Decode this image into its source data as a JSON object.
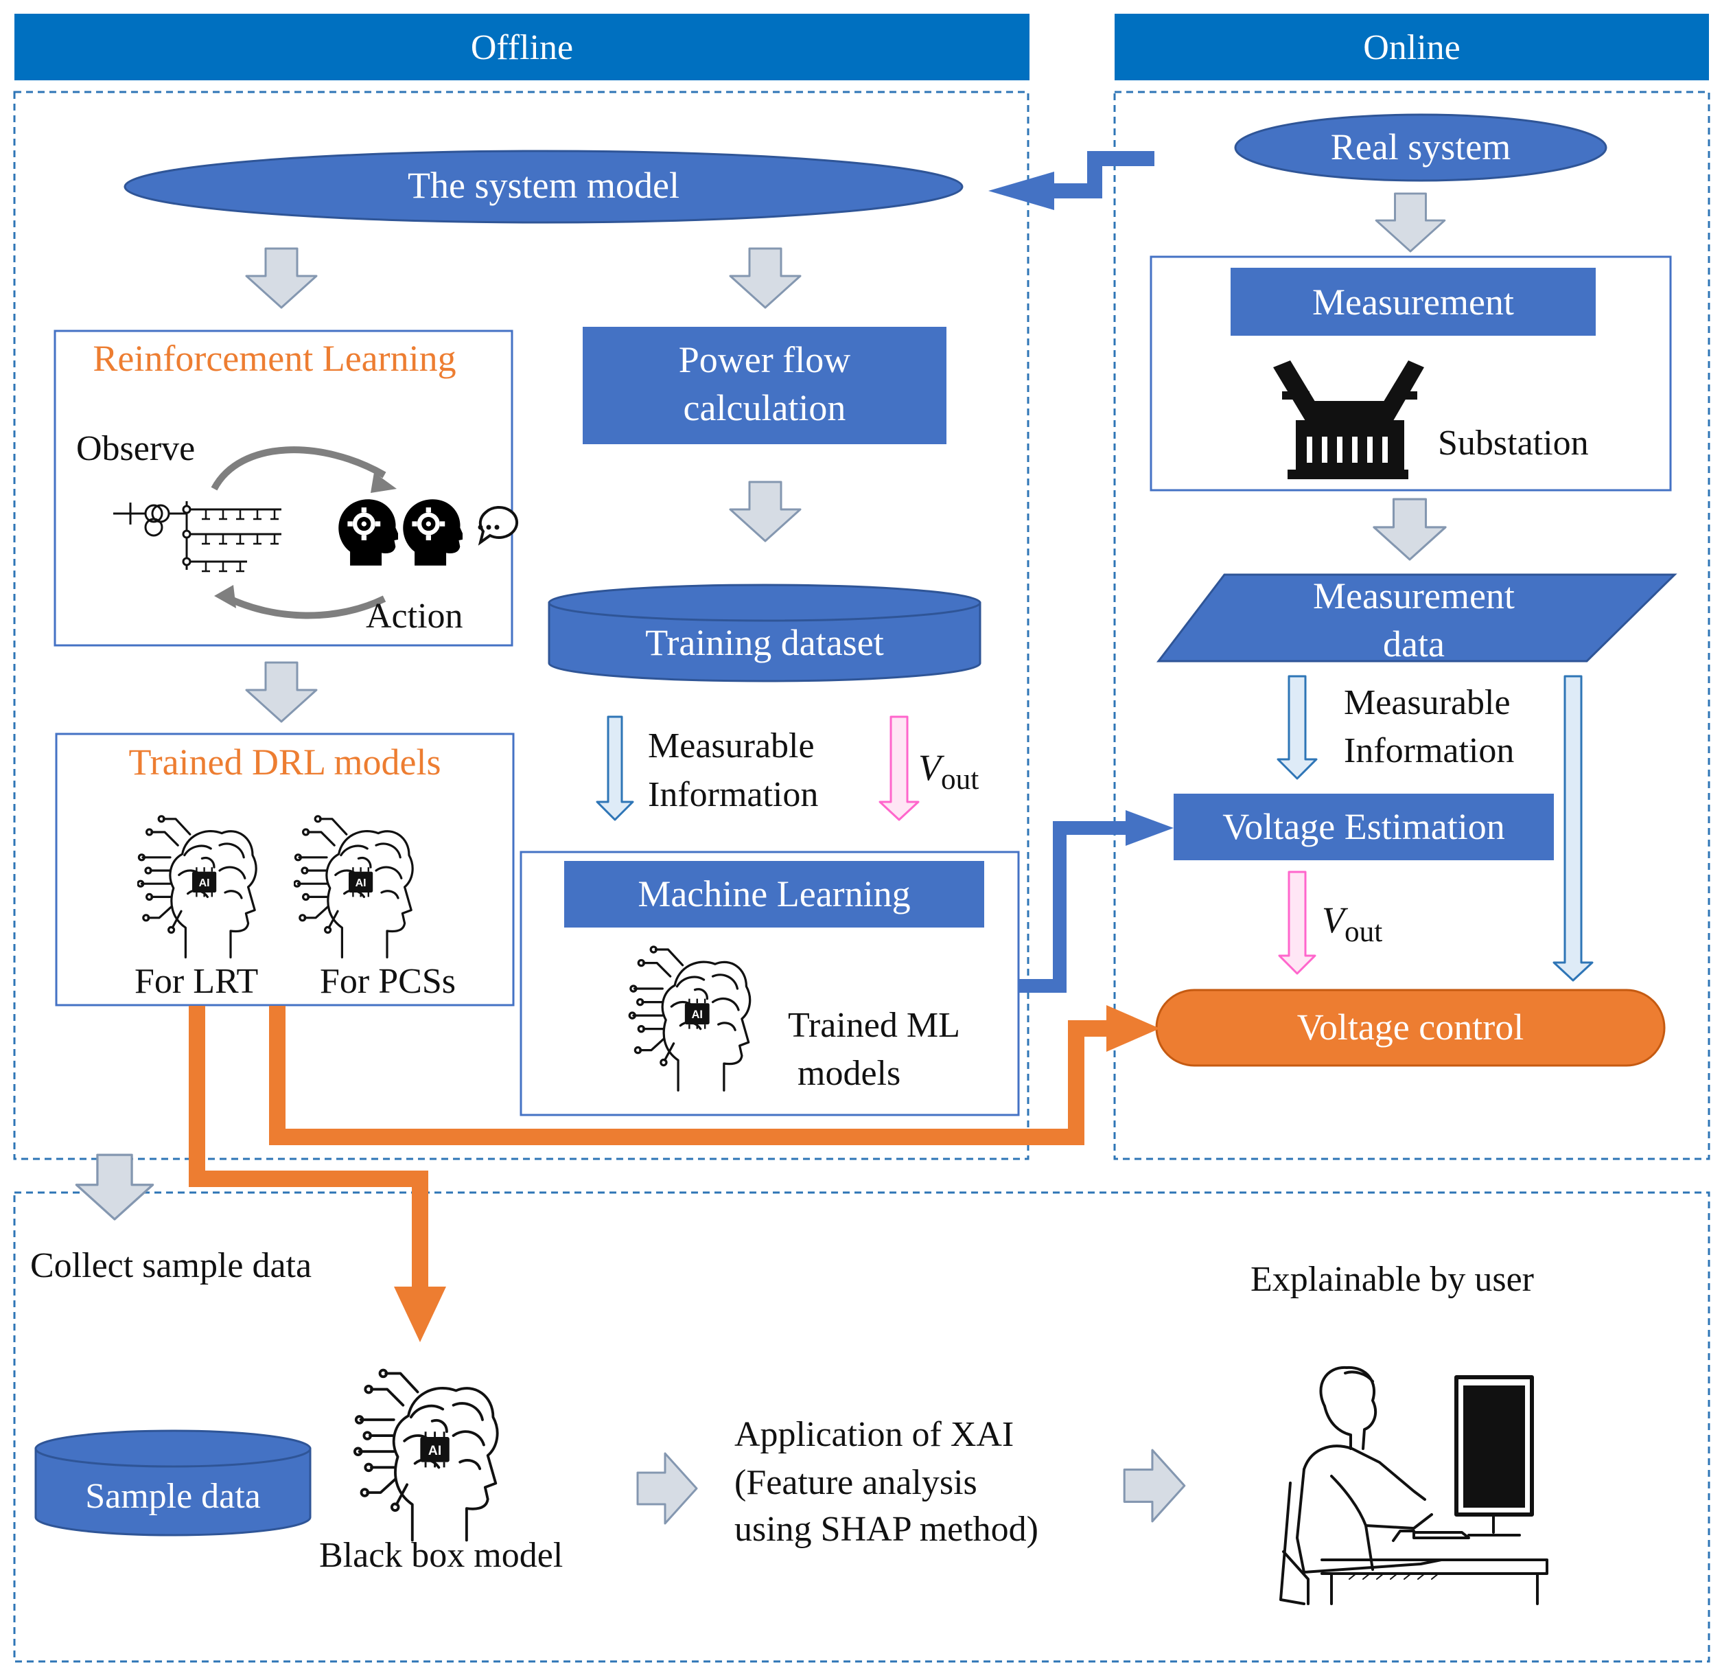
{
  "headers": {
    "offline": "Offline",
    "online": "Online"
  },
  "nodes": {
    "system_model": "The system model",
    "real_system": "Real system",
    "measurement": "Measurement",
    "substation": "Substation",
    "power_flow": [
      "Power flow",
      "calculation"
    ],
    "training_dataset": "Training dataset",
    "measurement_data": [
      "Measurement",
      "data"
    ],
    "reinforcement_learning": "Reinforcement Learning",
    "observe": "Observe",
    "action": "Action",
    "trained_drl": "Trained DRL models",
    "for_lrt": "For LRT",
    "for_pcss": "For PCSs",
    "machine_learning": "Machine Learning",
    "trained_ml": [
      "Trained ML",
      "models"
    ],
    "voltage_estimation": "Voltage Estimation",
    "voltage_control": "Voltage control",
    "measurable_info_offline": [
      "Measurable",
      "Information"
    ],
    "measurable_info_online": [
      "Measurable",
      "Information"
    ],
    "vout": {
      "var": "V",
      "sub": "out"
    },
    "collect_sample": "Collect sample data",
    "sample_data": "Sample data",
    "black_box": "Black box model",
    "xai": [
      "Application of XAI",
      "(Feature analysis",
      "using SHAP method)"
    ],
    "explainable": "Explainable by user",
    "ai_chip": "AI"
  },
  "colors": {
    "header_blue": "#0070C0",
    "box_blue": "#4472C4",
    "dashed_blue": "#2E75B6",
    "orange": "#ED7D31",
    "gray_arrow_fill": "#D6DCE4",
    "gray_arrow_stroke": "#8497B0",
    "pink": "#FF66CC",
    "pink_fill": "#FFE6F5",
    "light_blue_fill": "#DEEBF7"
  }
}
